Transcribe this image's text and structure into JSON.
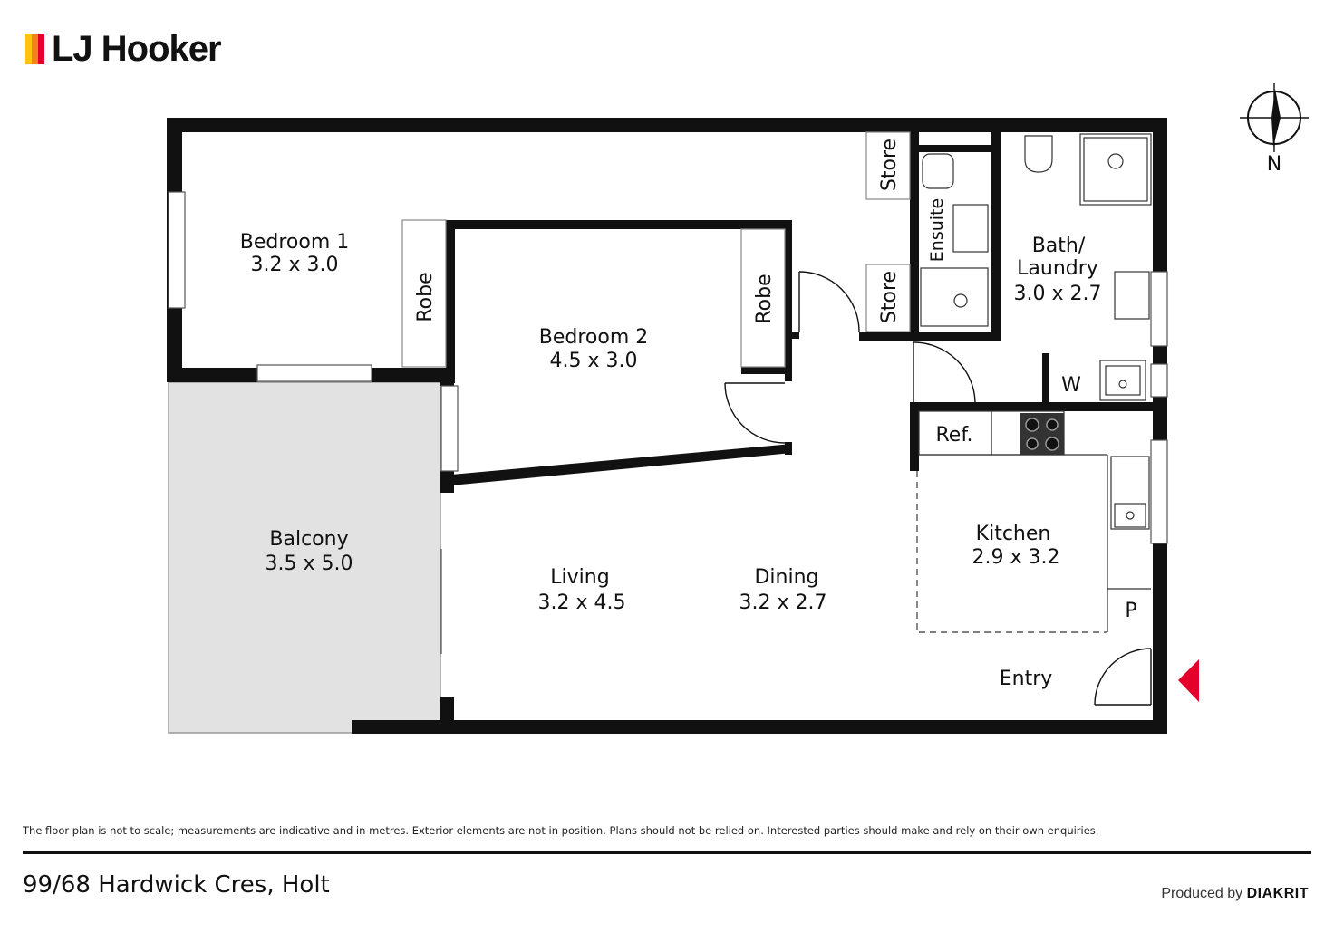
{
  "brand": {
    "name": "LJ Hooker",
    "mark_colors": [
      "#ffc20e",
      "#f58220",
      "#e4002b"
    ]
  },
  "compass": {
    "label": "N"
  },
  "rooms": {
    "bedroom1": {
      "name": "Bedroom 1",
      "size": "3.2 x 3.0"
    },
    "bedroom2": {
      "name": "Bedroom 2",
      "size": "4.5 x 3.0"
    },
    "balcony": {
      "name": "Balcony",
      "size": "3.5 x 5.0"
    },
    "living": {
      "name": "Living",
      "size": "3.2 x 4.5"
    },
    "dining": {
      "name": "Dining",
      "size": "3.2 x 2.7"
    },
    "kitchen": {
      "name": "Kitchen",
      "size": "2.9 x 3.2"
    },
    "bath": {
      "name_line1": "Bath/",
      "name_line2": "Laundry",
      "size": "3.0 x 2.7"
    },
    "entry": {
      "name": "Entry"
    }
  },
  "labels": {
    "robe1": "Robe",
    "robe2": "Robe",
    "store1": "Store",
    "store2": "Store",
    "ensuite": "Ensuite",
    "washer": "W",
    "fridge": "Ref.",
    "pantry": "P"
  },
  "colors": {
    "wall": "#111111",
    "balcony_fill": "#e2e2e2",
    "entry_marker": "#e4002b"
  },
  "footer": {
    "disclaimer": "The floor plan is not to scale; measurements are indicative and in metres. Exterior elements are not in position. Plans should not be relied on. Interested parties should make and rely on their own enquiries.",
    "address": "99/68 Hardwick Cres, Holt",
    "produced_prefix": "Produced by",
    "produced_brand": "DIAKRIT"
  }
}
